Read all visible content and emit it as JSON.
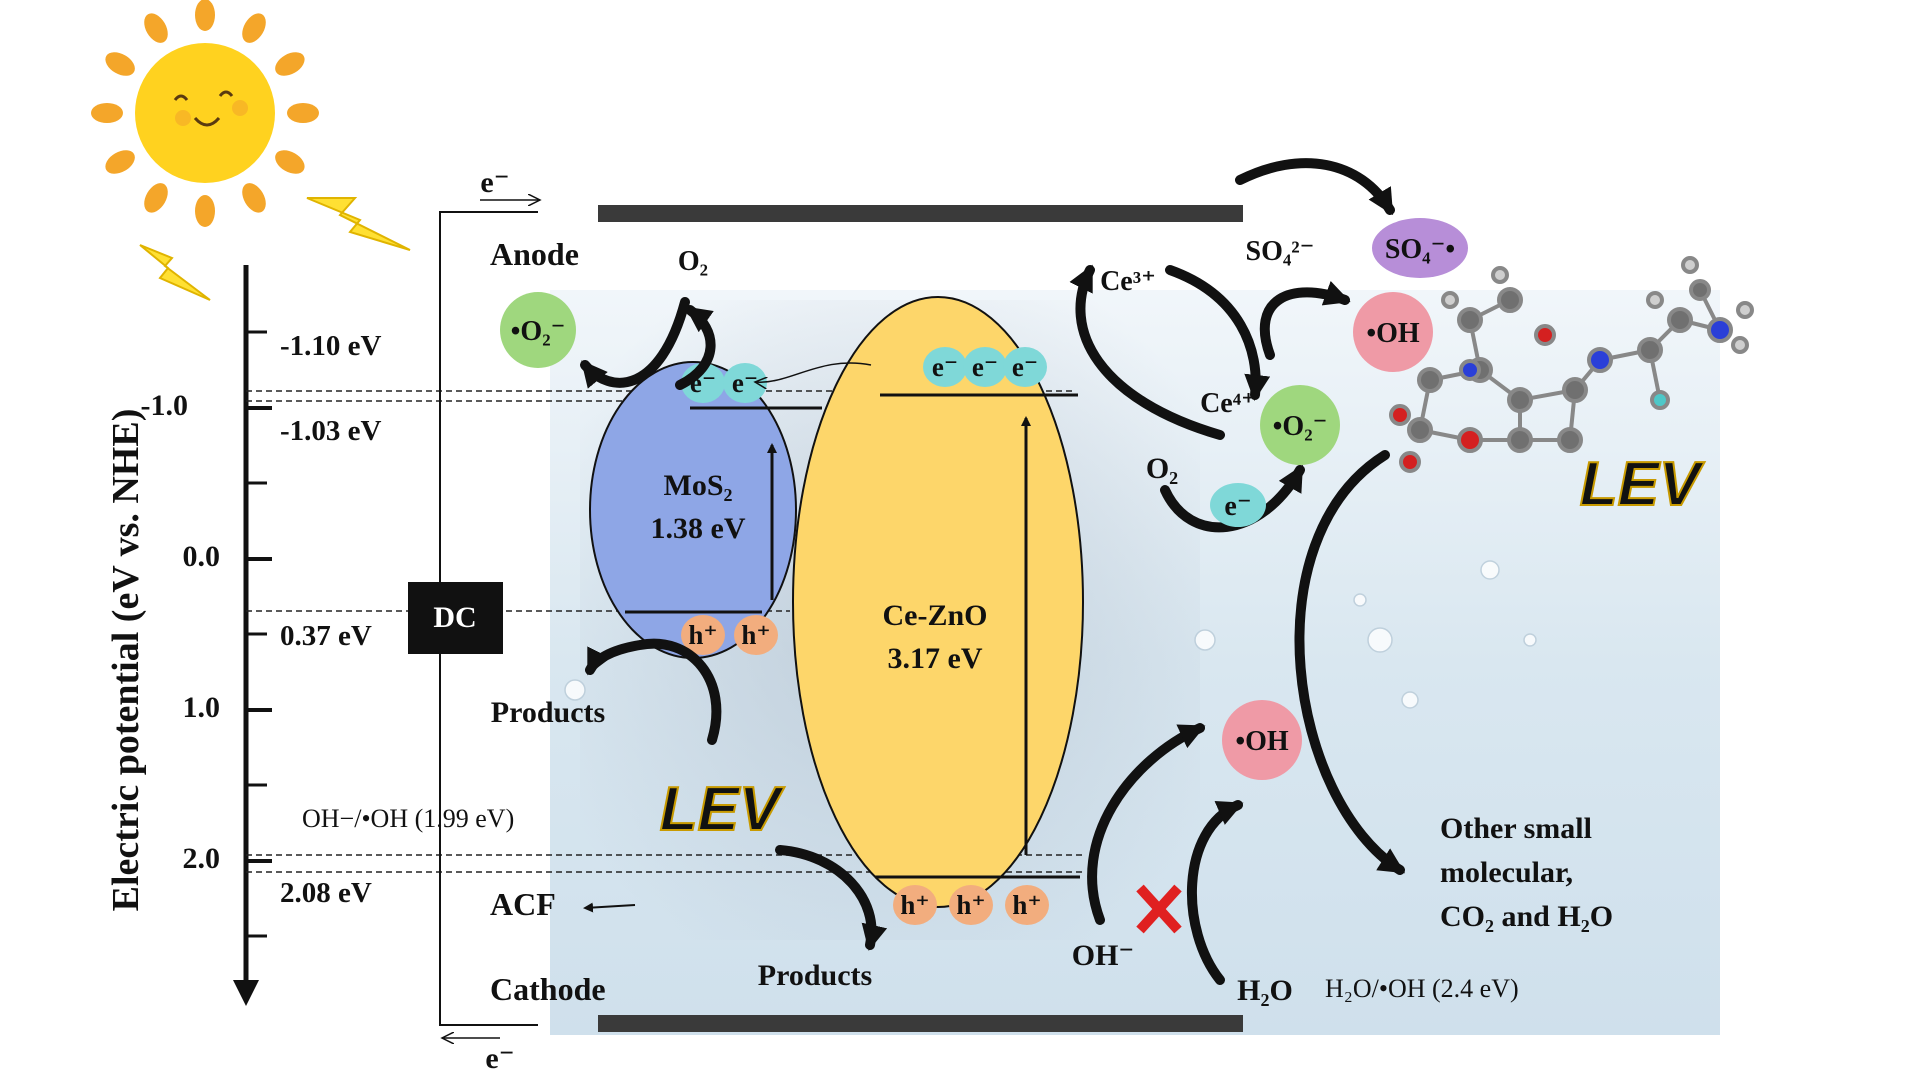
{
  "axis": {
    "title": "Electric potential (eV vs. NHE)",
    "ticks": [
      "-1.0",
      "0.0",
      "1.0",
      "2.0"
    ]
  },
  "levels": {
    "cb_cezno": "-1.10 eV",
    "cb_mos2": "-1.03 eV",
    "vb_mos2": "0.37 eV",
    "oh_redox": "OH−/•OH (1.99 eV)",
    "vb_cezno": "2.08 eV",
    "h2o_redox": "H₂O/•OH (2.4 eV)"
  },
  "circuit": {
    "e_top": "e⁻",
    "e_bottom": "e⁻",
    "dc": "DC",
    "anode": "Anode",
    "cathode": "Cathode",
    "acf": "ACF"
  },
  "mos2": {
    "name": "MoS₂",
    "gap": "1.38 eV",
    "electrons": [
      "e⁻",
      "e⁻"
    ],
    "holes": [
      "h⁺",
      "h⁺"
    ]
  },
  "cezno": {
    "name": "Ce-ZnO",
    "gap": "3.17 eV",
    "electrons": [
      "e⁻",
      "e⁻",
      "e⁻"
    ],
    "holes": [
      "h⁺",
      "h⁺",
      "h⁺"
    ]
  },
  "species": {
    "o2_left": "O₂",
    "superoxide_left": "•O₂⁻",
    "ce3": "Ce³⁺",
    "ce4": "Ce⁴⁺",
    "so4_ion": "SO₄²⁻",
    "so4_radical": "SO₄⁻•",
    "oh_radical_top": "•OH",
    "superoxide_right": "•O₂⁻",
    "o2_right": "O₂",
    "e_right": "e⁻",
    "oh_radical_mid": "•OH",
    "oh_minus": "OH⁻",
    "h2o": "H₂O"
  },
  "labels": {
    "products_upper": "Products",
    "products_lower": "Products",
    "lev_left": "LEV",
    "lev_right": "LEV",
    "final_products": [
      "Other small",
      "molecular,",
      "CO₂ and H₂O"
    ]
  },
  "colors": {
    "mos2_fill": "#8ea6e6",
    "cezno_fill": "#fdd66a",
    "electron": "#7fd8d8",
    "hole": "#f2ad7e",
    "superoxide": "#9fd77e",
    "hydroxyl": "#ef9aa6",
    "sulfate": "#b78ed8",
    "lev": "#ffd21f",
    "sun": "#ffd21f",
    "sun_ray": "#f4a62a"
  }
}
